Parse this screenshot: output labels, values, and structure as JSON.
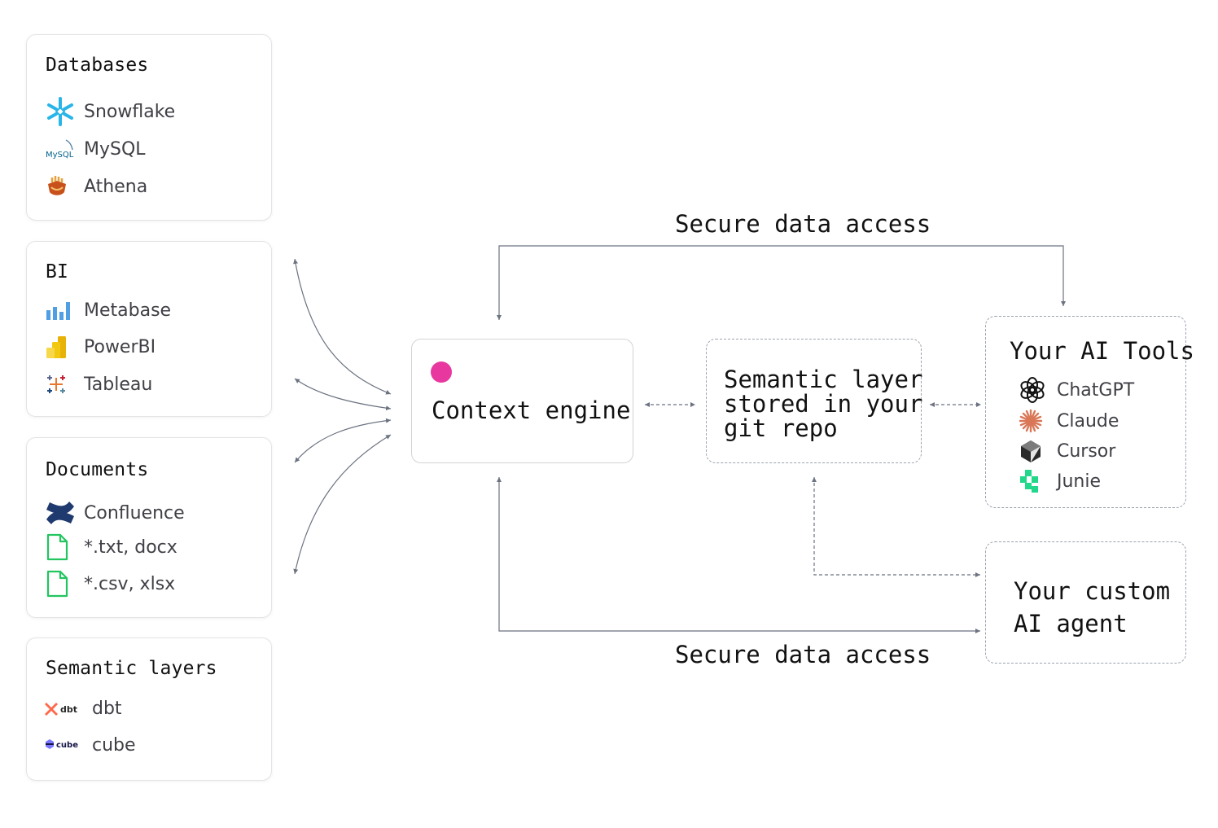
{
  "sources": {
    "databases": {
      "title": "Databases",
      "items": [
        "Snowflake",
        "MySQL",
        "Athena"
      ]
    },
    "bi": {
      "title": "BI",
      "items": [
        "Metabase",
        "PowerBI",
        "Tableau"
      ]
    },
    "documents": {
      "title": "Documents",
      "items": [
        "Confluence",
        "*.txt, docx",
        "*.csv, xlsx"
      ]
    },
    "semantic_layers": {
      "title": "Semantic layers",
      "items": [
        "dbt",
        "cube"
      ]
    }
  },
  "icons": {
    "mysql_logo_text": "MySQL",
    "dbt_logo_text": "dbt",
    "cube_logo_text": "cube"
  },
  "context_engine": {
    "label": "Context engine",
    "dot_color": "#e8389f"
  },
  "semantic_layer": {
    "line1": "Semantic layer",
    "line2": "stored in your",
    "line3": "git repo"
  },
  "ai_tools": {
    "title": "Your AI Tools",
    "items": [
      "ChatGPT",
      "Claude",
      "Cursor",
      "Junie"
    ]
  },
  "custom_agent": {
    "line1": "Your custom",
    "line2": "AI agent"
  },
  "flows": {
    "top": "Secure data access",
    "bottom": "Secure data access"
  },
  "colors": {
    "snowflake": "#29b5e8",
    "claude": "#d97757",
    "junie": "#21d789",
    "file": "#22c55e",
    "metabase": "#509ee3",
    "dbt": "#ff694b"
  }
}
